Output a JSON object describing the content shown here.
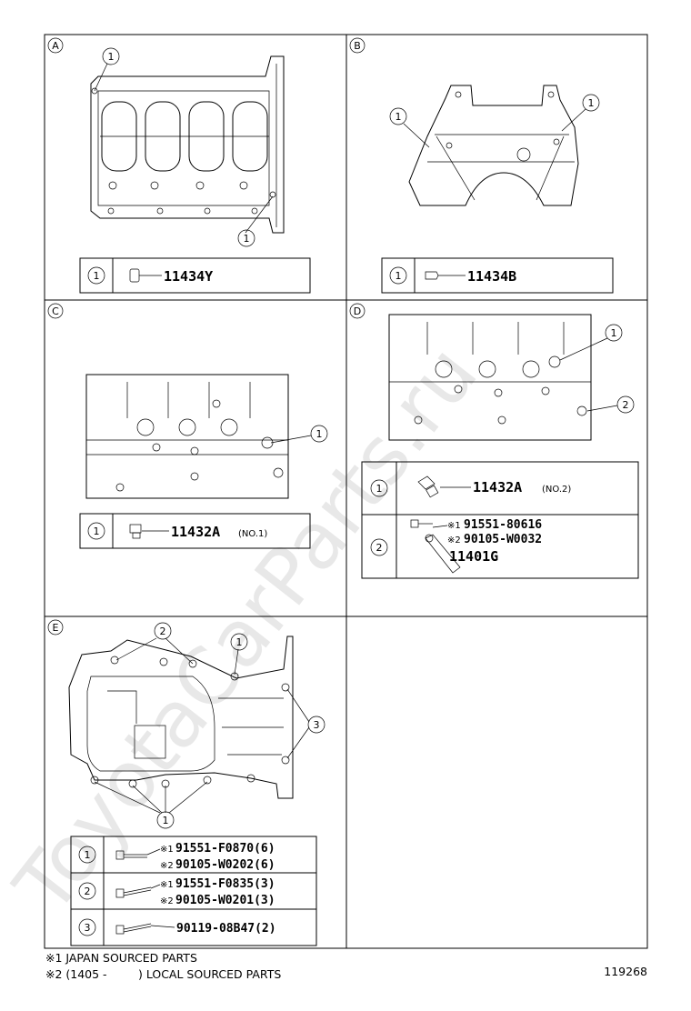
{
  "panels": {
    "a": {
      "label": "A",
      "callouts": [
        "1",
        "1"
      ],
      "legend": [
        {
          "num": "1",
          "part": "11434Y"
        }
      ]
    },
    "b": {
      "label": "B",
      "callouts": [
        "1",
        "1"
      ],
      "legend": [
        {
          "num": "1",
          "part": "11434B"
        }
      ]
    },
    "c": {
      "label": "C",
      "callouts": [
        "1"
      ],
      "legend": [
        {
          "num": "1",
          "part": "11432A",
          "note": "(NO.1)"
        }
      ]
    },
    "d": {
      "label": "D",
      "callouts": [
        "1",
        "2"
      ],
      "legend": [
        {
          "num": "1",
          "part": "11432A",
          "note": "(NO.2)"
        },
        {
          "num": "2",
          "line1_mark": "※1",
          "line1": "91551-80616",
          "line2_mark": "※2",
          "line2": "90105-W0032",
          "line3": "11401G"
        }
      ]
    },
    "e": {
      "label": "E",
      "callouts": [
        "2",
        "1",
        "3",
        "1"
      ],
      "legend": [
        {
          "num": "1",
          "line1_mark": "※1",
          "line1": "91551-F0870(6)",
          "line2_mark": "※2",
          "line2": "90105-W0202(6)"
        },
        {
          "num": "2",
          "line1_mark": "※1",
          "line1": "91551-F0835(3)",
          "line2_mark": "※2",
          "line2": "90105-W0201(3)"
        },
        {
          "num": "3",
          "line1": "90119-08B47(2)"
        }
      ]
    }
  },
  "footer": {
    "note1": "※1 JAPAN SOURCED PARTS",
    "note2_prefix": "※2 (1405 -",
    "note2_suffix": ") LOCAL SOURCED PARTS",
    "figure_number": "119268"
  },
  "watermark": "ToyotaCarParts.ru"
}
